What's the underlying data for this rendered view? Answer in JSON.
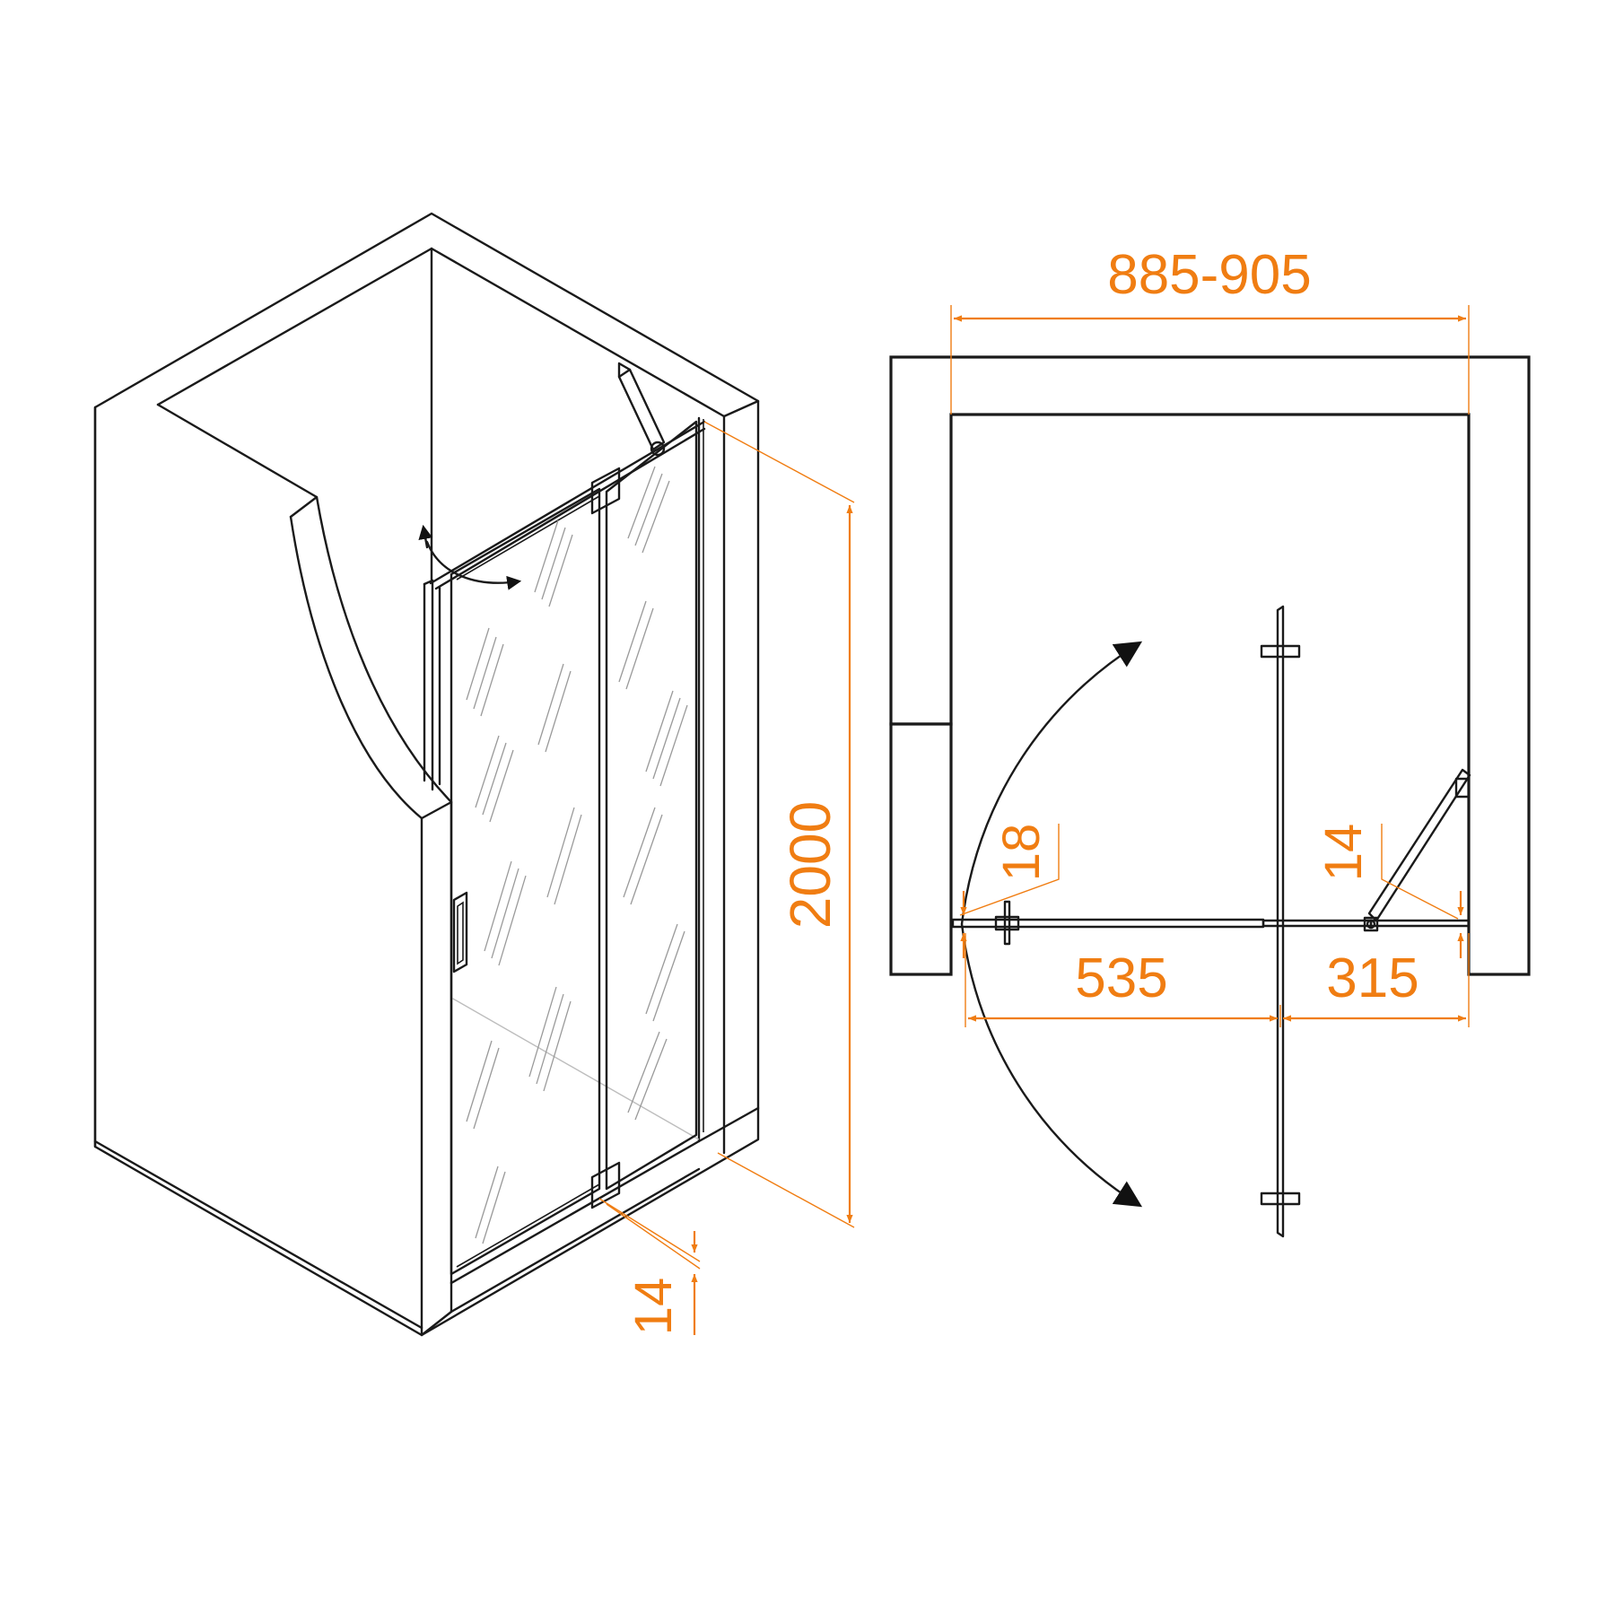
{
  "diagram": {
    "colors": {
      "dimension": "#f07d12",
      "lines": "#1a1a1a"
    },
    "isometric_view": {
      "height_label": "2000",
      "threshold_label": "14"
    },
    "plan_view": {
      "width_label": "885-905",
      "door_label": "535",
      "fixed_panel_label": "315",
      "left_gap_label": "18",
      "right_gap_label": "14"
    }
  }
}
